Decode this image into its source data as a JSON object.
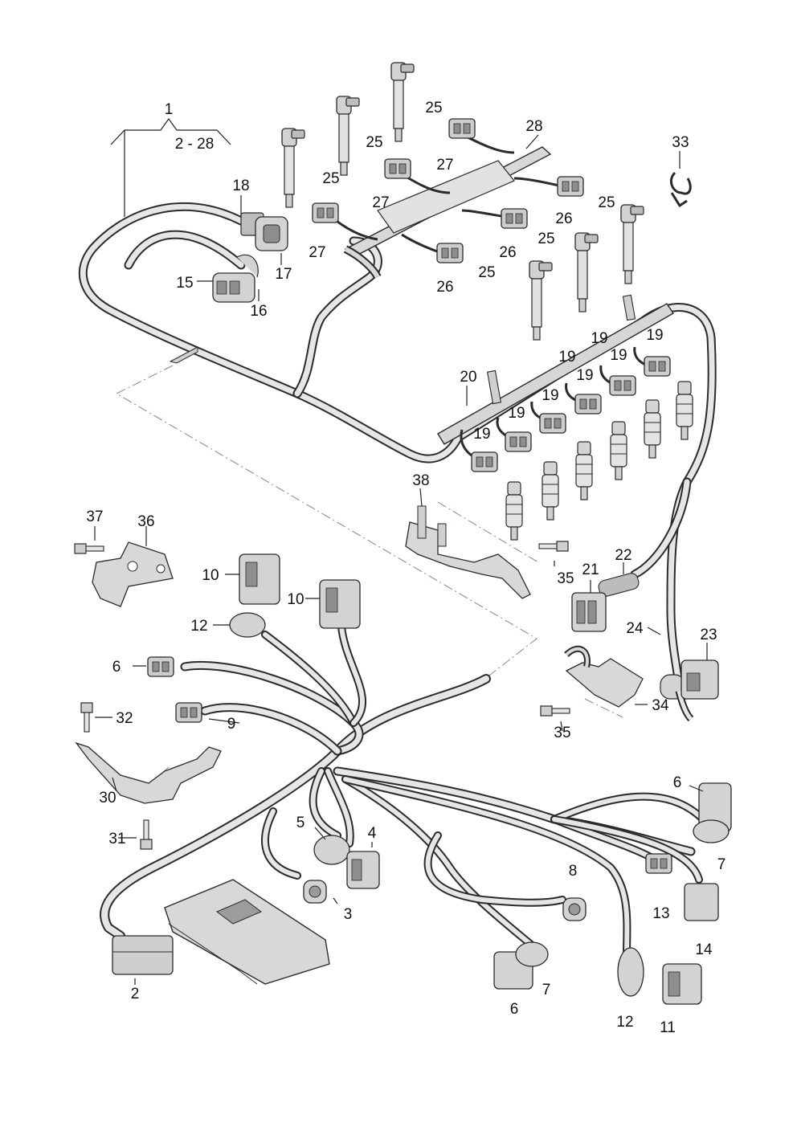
{
  "colors": {
    "harness_fill": "#e6e6e6",
    "harness_outline": "#2b2b2b",
    "part_fill": "#d0d0d0",
    "part_dark": "#8e8e8e",
    "line": "#222222",
    "phantom": "#7c8aa0"
  },
  "icons": {
    "coil": "ignition-coil-icon",
    "injector": "fuel-injector-icon",
    "connector": "connector-housing-icon",
    "ecu": "control-unit-icon",
    "bracket": "bracket-icon",
    "bolt": "bolt-icon",
    "clip": "clip-icon"
  },
  "group": {
    "number": "1",
    "range": "2 - 28"
  },
  "callouts": [
    {
      "id": "c2",
      "text": "2"
    },
    {
      "id": "c3",
      "text": "3"
    },
    {
      "id": "c4",
      "text": "4"
    },
    {
      "id": "c5",
      "text": "5"
    },
    {
      "id": "c6a",
      "text": "6"
    },
    {
      "id": "c6b",
      "text": "6"
    },
    {
      "id": "c6c",
      "text": "6"
    },
    {
      "id": "c7a",
      "text": "7"
    },
    {
      "id": "c7b",
      "text": "7"
    },
    {
      "id": "c8",
      "text": "8"
    },
    {
      "id": "c9",
      "text": "9"
    },
    {
      "id": "c10a",
      "text": "10"
    },
    {
      "id": "c10b",
      "text": "10"
    },
    {
      "id": "c11",
      "text": "11"
    },
    {
      "id": "c12a",
      "text": "12"
    },
    {
      "id": "c12b",
      "text": "12"
    },
    {
      "id": "c13",
      "text": "13"
    },
    {
      "id": "c14",
      "text": "14"
    },
    {
      "id": "c15",
      "text": "15"
    },
    {
      "id": "c16",
      "text": "16"
    },
    {
      "id": "c17",
      "text": "17"
    },
    {
      "id": "c18",
      "text": "18"
    },
    {
      "id": "c19a",
      "text": "19"
    },
    {
      "id": "c19b",
      "text": "19"
    },
    {
      "id": "c19c",
      "text": "19"
    },
    {
      "id": "c19d",
      "text": "19"
    },
    {
      "id": "c19e",
      "text": "19"
    },
    {
      "id": "c19f",
      "text": "19"
    },
    {
      "id": "c19g",
      "text": "19"
    },
    {
      "id": "c19h",
      "text": "19"
    },
    {
      "id": "c20",
      "text": "20"
    },
    {
      "id": "c21",
      "text": "21"
    },
    {
      "id": "c22",
      "text": "22"
    },
    {
      "id": "c23",
      "text": "23"
    },
    {
      "id": "c24",
      "text": "24"
    },
    {
      "id": "c25a",
      "text": "25"
    },
    {
      "id": "c25b",
      "text": "25"
    },
    {
      "id": "c25c",
      "text": "25"
    },
    {
      "id": "c25d",
      "text": "25"
    },
    {
      "id": "c25e",
      "text": "25"
    },
    {
      "id": "c25f",
      "text": "25"
    },
    {
      "id": "c26a",
      "text": "26"
    },
    {
      "id": "c26b",
      "text": "26"
    },
    {
      "id": "c26c",
      "text": "26"
    },
    {
      "id": "c27a",
      "text": "27"
    },
    {
      "id": "c27b",
      "text": "27"
    },
    {
      "id": "c27c",
      "text": "27"
    },
    {
      "id": "c28",
      "text": "28"
    },
    {
      "id": "c30",
      "text": "30"
    },
    {
      "id": "c31",
      "text": "31"
    },
    {
      "id": "c32",
      "text": "32"
    },
    {
      "id": "c33",
      "text": "33"
    },
    {
      "id": "c34",
      "text": "34"
    },
    {
      "id": "c35a",
      "text": "35"
    },
    {
      "id": "c35b",
      "text": "35"
    },
    {
      "id": "c36",
      "text": "36"
    },
    {
      "id": "c37",
      "text": "37"
    },
    {
      "id": "c38",
      "text": "38"
    }
  ]
}
